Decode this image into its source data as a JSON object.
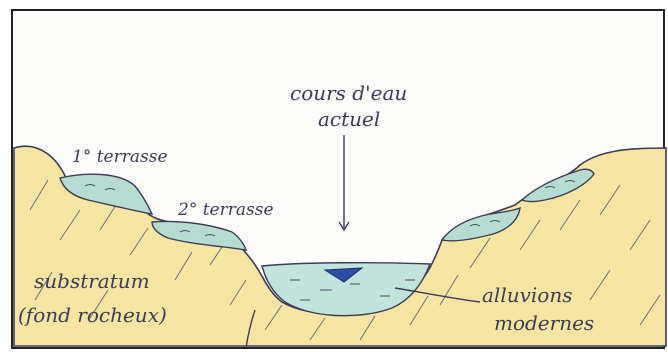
{
  "labels": {
    "terrace1": "1° terrasse",
    "terrace2": "2° terrasse",
    "current_river_line1": "cours d'eau",
    "current_river_line2": "actuel",
    "substratum_line1": "substratum",
    "substratum_line2": "(fond rocheux)",
    "alluvium_line1": "alluvions",
    "alluvium_line2": "modernes"
  },
  "colors": {
    "ink": "#3c3c55",
    "substratum_fill": "#f7e6a3",
    "terrace_fill": "#b7ddd3",
    "alluvium_fill": "#c3e4dc",
    "water": "#2b4fa3",
    "frame": "#222222"
  }
}
